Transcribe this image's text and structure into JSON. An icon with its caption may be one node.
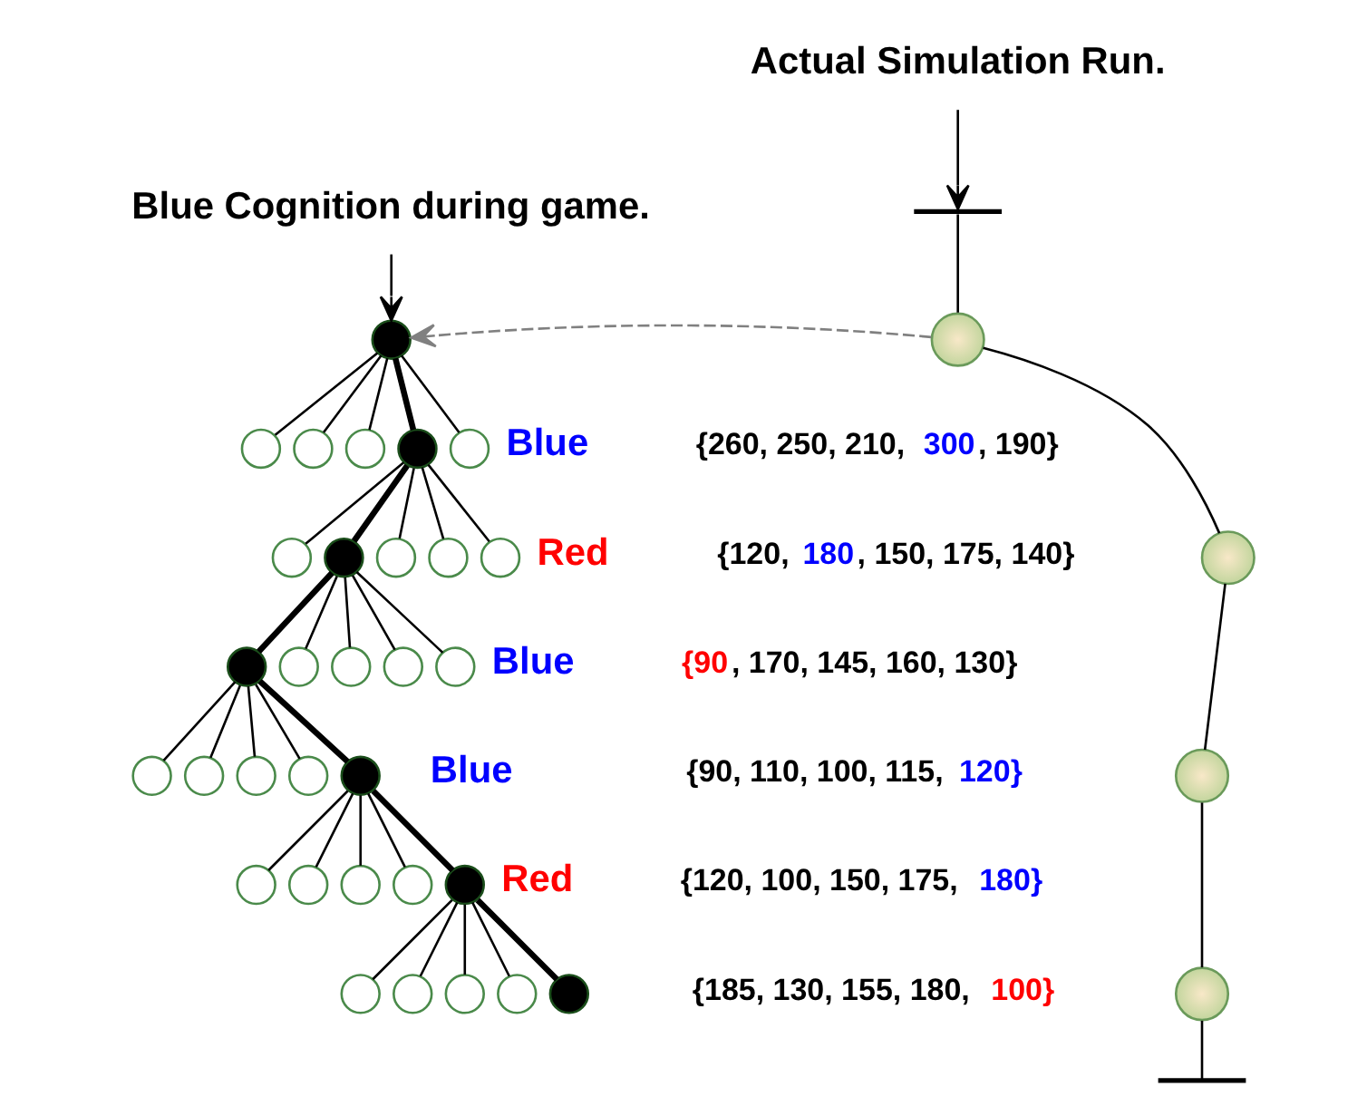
{
  "diagram": {
    "nodes": [
      {
        "text": [
          "Actual Simulation Run."
        ]
      },
      {
        "text": [
          "Blue Cognition during game."
        ]
      },
      {
        "text": [],
        "shape": "circle"
      },
      {
        "text": [],
        "shape": "circle"
      },
      {
        "text": [],
        "shape": "circle"
      },
      {
        "text": [],
        "shape": "circle"
      },
      {
        "text": [],
        "shape": "circle"
      },
      {
        "text": [],
        "shape": "circle",
        "beside": [
          "Blue"
        ]
      },
      {
        "text": [],
        "shape": "circle"
      },
      {
        "text": [],
        "shape": "circle"
      },
      {
        "text": [],
        "shape": "circle"
      },
      {
        "text": [],
        "shape": "circle"
      },
      {
        "text": [],
        "shape": "circle",
        "beside": [
          "Red"
        ]
      },
      {
        "text": [],
        "shape": "circle"
      },
      {
        "text": [],
        "shape": "circle"
      },
      {
        "text": [],
        "shape": "circle"
      },
      {
        "text": [],
        "shape": "circle"
      },
      {
        "text": [],
        "shape": "circle",
        "beside": [
          "Blue"
        ]
      },
      {
        "text": [],
        "shape": "circle"
      },
      {
        "text": [],
        "shape": "circle"
      },
      {
        "text": [],
        "shape": "circle"
      },
      {
        "text": [],
        "shape": "circle"
      },
      {
        "text": [],
        "shape": "circle",
        "beside": [
          "Blue"
        ]
      },
      {
        "text": [],
        "shape": "circle"
      },
      {
        "text": [],
        "shape": "circle"
      },
      {
        "text": [],
        "shape": "circle"
      },
      {
        "text": [],
        "shape": "circle"
      },
      {
        "text": [],
        "shape": "circle",
        "beside": [
          "Red"
        ]
      },
      {
        "text": [],
        "shape": "circle"
      },
      {
        "text": [],
        "shape": "circle"
      },
      {
        "text": [],
        "shape": "circle"
      },
      {
        "text": [],
        "shape": "circle"
      },
      {
        "text": [],
        "shape": "circle"
      },
      {
        "text": [],
        "shape": "bar"
      },
      {
        "text": [],
        "shape": "circle"
      },
      {
        "text": [],
        "shape": "circle"
      },
      {
        "text": [],
        "shape": "circle"
      },
      {
        "text": [],
        "shape": "circle"
      },
      {
        "text": [],
        "shape": "bar"
      }
    ],
    "edges": [
      {
        "from": 0,
        "to": 33,
        "arrow": "to"
      },
      {
        "from": 1,
        "to": 2,
        "arrow": "to"
      },
      {
        "from": 34,
        "to": 2,
        "arrow": "to",
        "style": "dashed",
        "color": "#808080"
      },
      {
        "from": 2,
        "to": 3,
        "arrow": "none"
      },
      {
        "from": 2,
        "to": 4,
        "arrow": "none"
      },
      {
        "from": 2,
        "to": 5,
        "arrow": "none"
      },
      {
        "from": 2,
        "to": 6,
        "arrow": "none",
        "style": "thick"
      },
      {
        "from": 2,
        "to": 7,
        "arrow": "none"
      },
      {
        "from": 6,
        "to": 8,
        "arrow": "none"
      },
      {
        "from": 6,
        "to": 9,
        "arrow": "none",
        "style": "thick"
      },
      {
        "from": 6,
        "to": 10,
        "arrow": "none"
      },
      {
        "from": 6,
        "to": 11,
        "arrow": "none"
      },
      {
        "from": 6,
        "to": 12,
        "arrow": "none"
      },
      {
        "from": 9,
        "to": 13,
        "arrow": "none",
        "style": "thick"
      },
      {
        "from": 9,
        "to": 14,
        "arrow": "none"
      },
      {
        "from": 9,
        "to": 15,
        "arrow": "none"
      },
      {
        "from": 9,
        "to": 16,
        "arrow": "none"
      },
      {
        "from": 9,
        "to": 17,
        "arrow": "none"
      },
      {
        "from": 13,
        "to": 18,
        "arrow": "none"
      },
      {
        "from": 13,
        "to": 19,
        "arrow": "none"
      },
      {
        "from": 13,
        "to": 20,
        "arrow": "none"
      },
      {
        "from": 13,
        "to": 21,
        "arrow": "none"
      },
      {
        "from": 13,
        "to": 22,
        "arrow": "none",
        "style": "thick"
      },
      {
        "from": 22,
        "to": 23,
        "arrow": "none"
      },
      {
        "from": 22,
        "to": 24,
        "arrow": "none"
      },
      {
        "from": 22,
        "to": 25,
        "arrow": "none"
      },
      {
        "from": 22,
        "to": 26,
        "arrow": "none"
      },
      {
        "from": 22,
        "to": 27,
        "arrow": "none",
        "style": "thick"
      },
      {
        "from": 27,
        "to": 28,
        "arrow": "none"
      },
      {
        "from": 27,
        "to": 29,
        "arrow": "none"
      },
      {
        "from": 27,
        "to": 30,
        "arrow": "none"
      },
      {
        "from": 27,
        "to": 31,
        "arrow": "none"
      },
      {
        "from": 27,
        "to": 32,
        "arrow": "none",
        "style": "thick"
      },
      {
        "from": 33,
        "to": 34,
        "arrow": "none"
      },
      {
        "from": 34,
        "to": 35,
        "arrow": "none"
      },
      {
        "from": 35,
        "to": 36,
        "arrow": "none"
      },
      {
        "from": 36,
        "to": 37,
        "arrow": "none"
      },
      {
        "from": 37,
        "to": 38,
        "arrow": "none"
      }
    ],
    "labels": [
      "{260, 250, 210, 300, 190}",
      "{120, 180, 150, 175, 140}",
      "{90, 170, 145, 160, 130}",
      "{90, 110, 100, 115, 120}",
      "{120, 100, 150, 175, 180}",
      "{185, 130, 155, 180, 100}"
    ]
  }
}
